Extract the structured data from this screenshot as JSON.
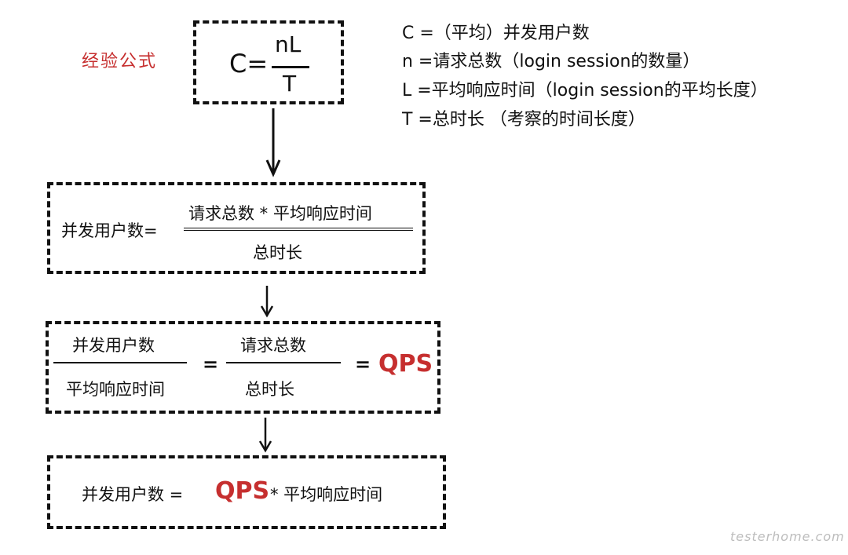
{
  "label": "经验公式",
  "formula": {
    "lhs": "C=",
    "numerator": "nL",
    "denominator": "T"
  },
  "legend": [
    "C =（平均）并发用户数",
    "n =请求总数（login session的数量）",
    "L =平均响应时间（login session的平均长度）",
    "T =总时长  （考察的时间长度）"
  ],
  "box2": {
    "lhs": "并发用户数=",
    "numerator": "请求总数 * 平均响应时间",
    "denominator": "总时长"
  },
  "box3": {
    "frac1_num": "并发用户数",
    "frac1_den": "平均响应时间",
    "eq1": "=",
    "frac2_num": "请求总数",
    "frac2_den": "总时长",
    "eq2": "=",
    "qps": "QPS"
  },
  "box4": {
    "lhs": "并发用户数 =",
    "qps": "QPS",
    "rhs": "* 平均响应时间"
  },
  "watermark": "testerhome.com",
  "colors": {
    "accent": "#c62f2f",
    "ink": "#111111"
  }
}
